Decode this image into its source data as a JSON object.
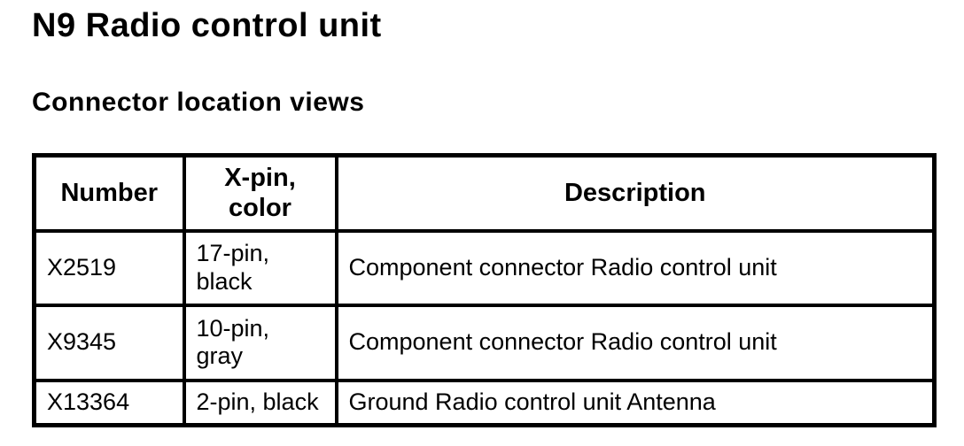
{
  "page": {
    "title": "N9 Radio control unit",
    "subtitle": "Connector location views"
  },
  "table": {
    "columns": [
      {
        "label": "Number"
      },
      {
        "label": "X-pin,\ncolor"
      },
      {
        "label": "Description"
      }
    ],
    "rows": [
      {
        "number": "X2519",
        "pin_color": "17-pin,\nblack",
        "description": "Component connector Radio control unit"
      },
      {
        "number": "X9345",
        "pin_color": "10-pin,\ngray",
        "description": "Component connector Radio control unit"
      },
      {
        "number": "X13364",
        "pin_color": "2-pin, black",
        "description": "Ground Radio control unit Antenna"
      }
    ]
  },
  "colors": {
    "background": "#ffffff",
    "text": "#000000",
    "table_border": "#000000"
  }
}
